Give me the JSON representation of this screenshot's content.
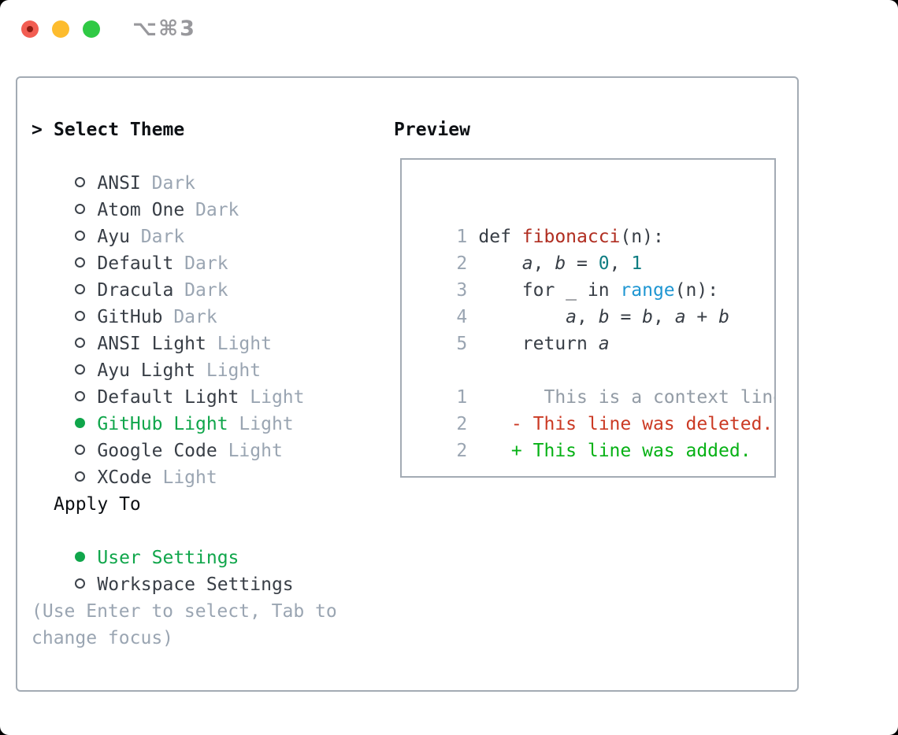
{
  "window": {
    "title": "⌥⌘3"
  },
  "theme_menu": {
    "prompt": ">",
    "title": "Select Theme",
    "items": [
      {
        "name": "ANSI",
        "variant": "Dark",
        "selected": false
      },
      {
        "name": "Atom One",
        "variant": "Dark",
        "selected": false
      },
      {
        "name": "Ayu",
        "variant": "Dark",
        "selected": false
      },
      {
        "name": "Default",
        "variant": "Dark",
        "selected": false
      },
      {
        "name": "Dracula",
        "variant": "Dark",
        "selected": false
      },
      {
        "name": "GitHub",
        "variant": "Dark",
        "selected": false
      },
      {
        "name": "ANSI Light",
        "variant": "Light",
        "selected": false
      },
      {
        "name": "Ayu Light",
        "variant": "Light",
        "selected": false
      },
      {
        "name": "Default Light",
        "variant": "Light",
        "selected": false
      },
      {
        "name": "GitHub Light",
        "variant": "Light",
        "selected": true
      },
      {
        "name": "Google Code",
        "variant": "Light",
        "selected": false
      },
      {
        "name": "XCode",
        "variant": "Light",
        "selected": false
      }
    ]
  },
  "apply_to": {
    "title": "Apply To",
    "options": [
      {
        "label": "User Settings",
        "selected": true
      },
      {
        "label": "Workspace Settings",
        "selected": false
      }
    ]
  },
  "hint_lines": [
    "(Use Enter to select, Tab to",
    "change focus)"
  ],
  "preview": {
    "title": "Preview",
    "lines": [
      {
        "num": "1",
        "segments": [
          {
            "text": "def ",
            "style": "plain"
          },
          {
            "text": "fibonacci",
            "style": "function"
          },
          {
            "text": "(n):",
            "style": "plain"
          }
        ]
      },
      {
        "num": "2",
        "segments": [
          {
            "text": "    ",
            "style": "plain"
          },
          {
            "text": "a",
            "style": "variable"
          },
          {
            "text": ", ",
            "style": "plain"
          },
          {
            "text": "b",
            "style": "variable"
          },
          {
            "text": " = ",
            "style": "plain"
          },
          {
            "text": "0",
            "style": "number"
          },
          {
            "text": ", ",
            "style": "plain"
          },
          {
            "text": "1",
            "style": "number"
          }
        ]
      },
      {
        "num": "3",
        "segments": [
          {
            "text": "    for _ in ",
            "style": "plain"
          },
          {
            "text": "range",
            "style": "builtin"
          },
          {
            "text": "(n):",
            "style": "plain"
          }
        ]
      },
      {
        "num": "4",
        "segments": [
          {
            "text": "        ",
            "style": "plain"
          },
          {
            "text": "a",
            "style": "variable"
          },
          {
            "text": ", ",
            "style": "plain"
          },
          {
            "text": "b",
            "style": "variable"
          },
          {
            "text": " = ",
            "style": "plain"
          },
          {
            "text": "b",
            "style": "variable"
          },
          {
            "text": ", ",
            "style": "plain"
          },
          {
            "text": "a",
            "style": "variable"
          },
          {
            "text": " + ",
            "style": "plain"
          },
          {
            "text": "b",
            "style": "variable"
          }
        ]
      },
      {
        "num": "5",
        "segments": [
          {
            "text": "    return ",
            "style": "plain"
          },
          {
            "text": "a",
            "style": "variable"
          }
        ]
      },
      {
        "num": "",
        "segments": []
      },
      {
        "num": "1",
        "segments": [
          {
            "text": "      This is a context line.",
            "style": "context"
          }
        ]
      },
      {
        "num": "2",
        "segments": [
          {
            "text": "   - This line was deleted.",
            "style": "deleted"
          }
        ]
      },
      {
        "num": "2",
        "segments": [
          {
            "text": "   + This line was added.",
            "style": "added"
          }
        ]
      }
    ]
  },
  "colors": {
    "selection_green": "#10a64b",
    "added_green": "#06b115",
    "deleted_red": "#cb3a24",
    "function_red": "#b02d20",
    "number_teal": "#0f7d82",
    "builtin_blue": "#1e96d2",
    "text_dark": "#383e46",
    "muted_gray": "#9aa5b2",
    "heading_black": "#0d1014",
    "border_gray": "#a3abb4",
    "traffic_red": "#f25d52",
    "traffic_yellow": "#fdbc2e",
    "traffic_green": "#2fc944",
    "title_gray": "#98989c"
  }
}
